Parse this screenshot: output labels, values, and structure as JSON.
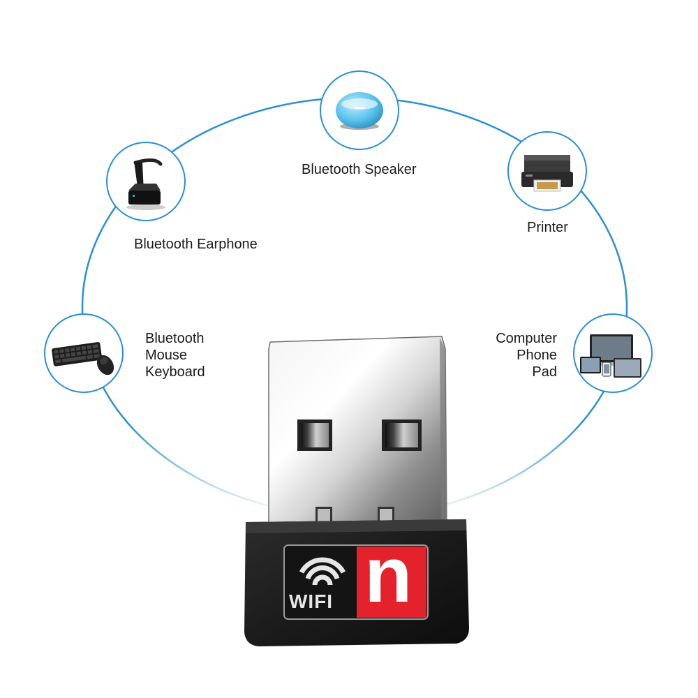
{
  "devices": {
    "speaker": {
      "label": "Bluetooth Speaker",
      "icon": "bluetooth-speaker-icon"
    },
    "earphone": {
      "label": "Bluetooth Earphone",
      "icon": "bluetooth-earphone-icon"
    },
    "printer": {
      "label": "Printer",
      "icon": "printer-icon"
    },
    "keyboard": {
      "lines": [
        "Bluetooth",
        "Mouse",
        "Keyboard"
      ],
      "icon": "keyboard-mouse-icon"
    },
    "computer": {
      "lines": [
        "Computer",
        "Phone",
        "Pad"
      ],
      "icon": "computer-phone-pad-icon"
    }
  },
  "adapter": {
    "badge_text": "WIFI",
    "badge_letter": "n",
    "icon": "usb-wifi-adapter-icon"
  },
  "colors": {
    "ring": "#2a8fd6",
    "badge_red": "#e5222b",
    "adapter_body": "#1b1b1b"
  }
}
